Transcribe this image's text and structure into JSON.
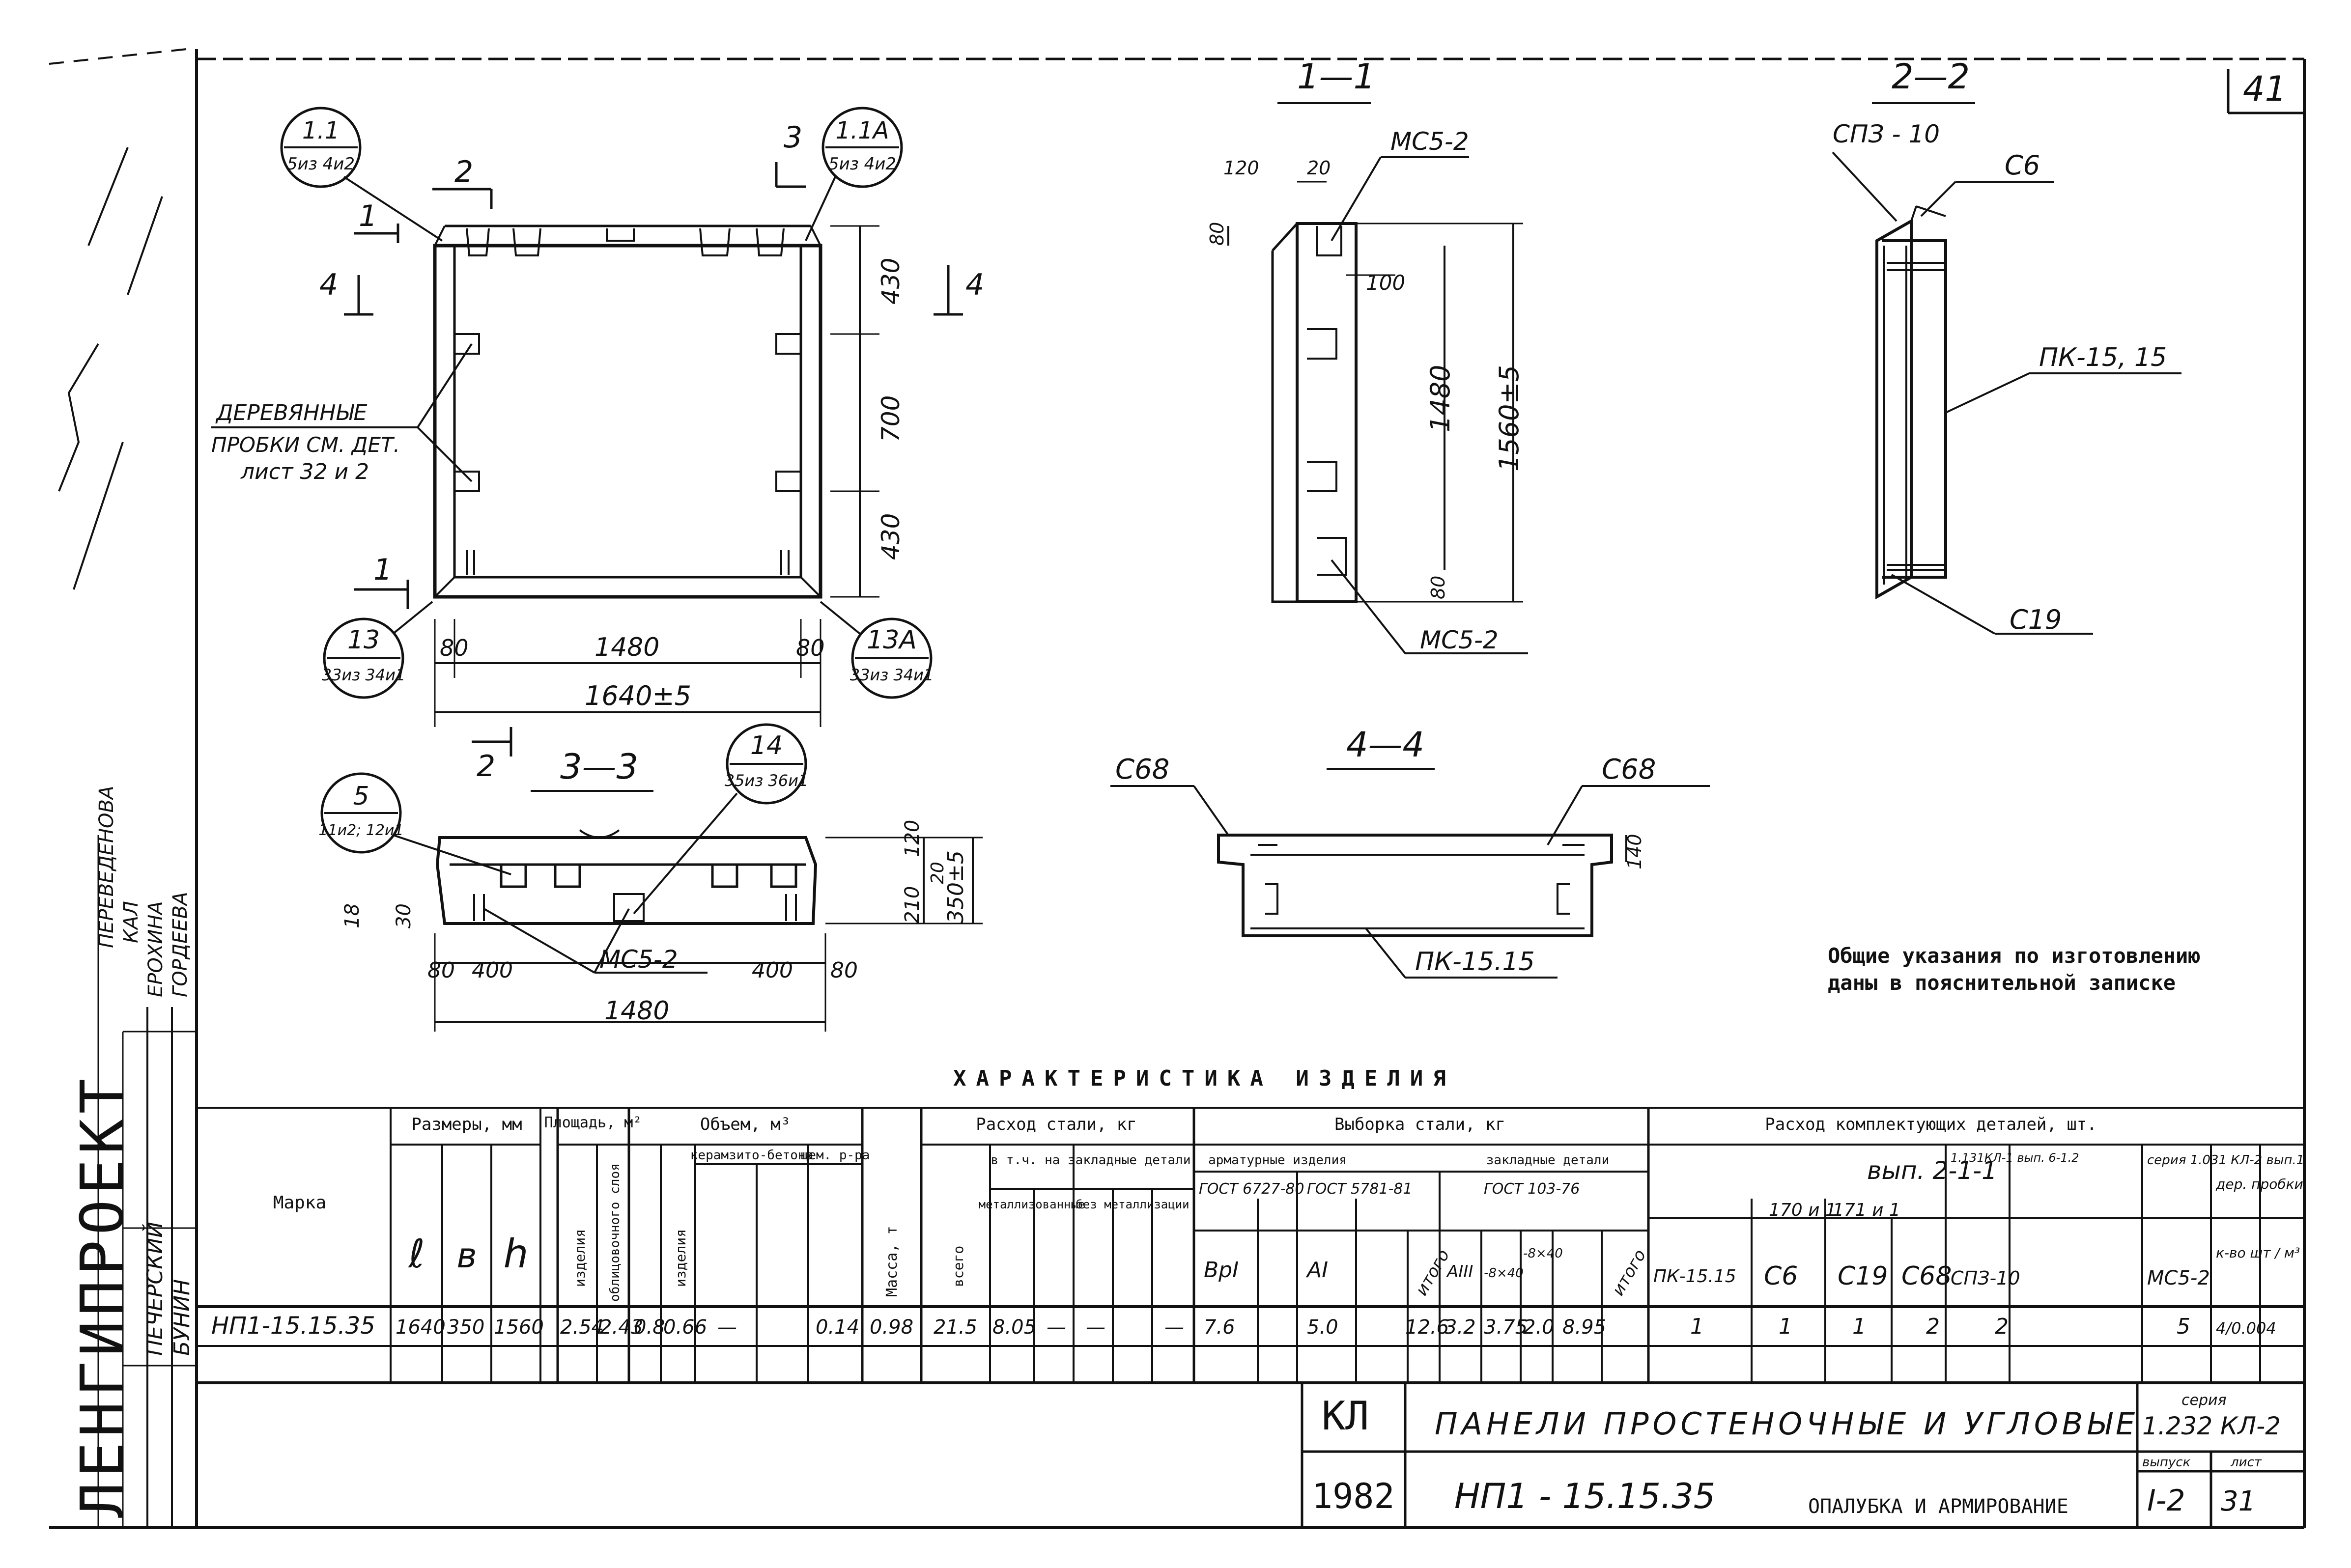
{
  "sheet_number": "41",
  "sections": {
    "s11": "1—1",
    "s22": "2—2",
    "s33": "3—3",
    "s44": "4—4"
  },
  "cut_marks": {
    "m1": "1",
    "m2": "2",
    "m3": "3",
    "m4": "4"
  },
  "callouts": {
    "c11": {
      "top": "1.1",
      "bottom": "5из 4и2"
    },
    "c11a": {
      "top": "1.1А",
      "bottom": "5из 4и2"
    },
    "c13": {
      "top": "13",
      "bottom": "33из 34и1"
    },
    "c13a": {
      "top": "13А",
      "bottom": "33из 34и1"
    },
    "c5": {
      "top": "5",
      "bottom": "11и2; 12и1"
    },
    "c14": {
      "top": "14",
      "bottom": "35из 36и1"
    }
  },
  "front_view": {
    "note_l1": "ДЕРЕВЯННЫЕ",
    "note_l2": "ПРОБКИ СМ. ДЕТ.",
    "note_l3": "лист 32 и 2",
    "dim_430_top": "430",
    "dim_700": "700",
    "dim_430_bot": "430",
    "dim_80_l": "80",
    "dim_1480": "1480",
    "dim_80_r": "80",
    "dim_1640": "1640±5"
  },
  "section_11": {
    "label_mc52_top": "МС5-2",
    "label_mc52_bot": "МС5-2",
    "dim_120": "120",
    "dim_20": "20",
    "dim_80_top": "80",
    "dim_100": "100",
    "dim_1480": "1480",
    "dim_1560": "1560±5",
    "dim_80_bot": "80"
  },
  "section_22": {
    "label_spz": "СПЗ - 10",
    "label_c6": "С6",
    "label_pk": "ПК-15, 15",
    "label_c19": "С19"
  },
  "section_33": {
    "dim_18": "18",
    "dim_30": "30",
    "dim_80_l": "80",
    "dim_400_l": "400",
    "label_mc52": "МС5-2",
    "dim_400_r": "400",
    "dim_80_r": "80",
    "dim_1480": "1480",
    "dim_120": "120",
    "dim_20": "20",
    "dim_210": "210",
    "dim_350": "350±5"
  },
  "section_44": {
    "label_c68_l": "С68",
    "label_c68_r": "С68",
    "dim_140": "140",
    "label_pk": "ПК-15.15"
  },
  "general_note_l1": "Общие указания по изготовлению",
  "general_note_l2": "даны в пояснительной записке",
  "table_title": "ХАРАКТЕРИСТИКА ИЗДЕЛИЯ",
  "table": {
    "h_marka": "Марка",
    "h_sizes": "Размеры, мм",
    "h_l": "ℓ",
    "h_b": "в",
    "h_h": "h",
    "h_area": "Площадь, м²",
    "h_area_item": "изделия",
    "h_area_face": "облицовочного слоя",
    "h_volume": "Объем, м³",
    "h_vol_item": "изделия",
    "h_keramzit": "керамзито-бетона",
    "h_cement": "цем. р-ра",
    "h_mass": "Масса, т",
    "h_steel": "Расход стали, кг",
    "h_total": "всего",
    "h_incl": "в т.ч. на закладные детали",
    "h_metal": "металлизованные",
    "h_nometal": "без металлизации",
    "h_sel": "Выборка стали, кг",
    "h_arm": "арматурные изделия",
    "h_zakl": "закладные детали",
    "h_gost1": "ГОСТ 6727-80",
    "h_gost2": "ГОСТ 5781-81",
    "h_gost3": "ГОСТ 103-76",
    "h_bp1": "ВрI",
    "h_a1": "АI",
    "h_itogo1": "итого",
    "h_a3": "АIII",
    "h_8x40": "-8×40",
    "h_8x40b": "-8×40",
    "h_itogo2": "итого",
    "h_compl": "Расход комплектующих деталей, шт.",
    "h_vyp": "вып. 2-1-1",
    "h_1131": "1.131КЛ-1 вып. 6-1.2",
    "h_1031": "серия 1.031 КЛ-2 вып.1",
    "h_170": "170 и 1",
    "h_171": "171 и 1",
    "h_der": "дер. пробки",
    "h_pk": "ПК-15.15",
    "h_c6": "С6",
    "h_c19": "С19",
    "h_c68": "С68",
    "h_spz": "СПЗ-10",
    "h_mc": "МС5-2",
    "h_kvo": "к-во шт / м³",
    "row": {
      "marka": "НП1-15.15.35",
      "l": "1640",
      "b": "350",
      "h": "1560",
      "area_item": "2.54",
      "area_face": "2.43",
      "vol_item": "0.8",
      "k1": "0.66",
      "k2": "—",
      "cem": "0.14",
      "mass": "0.98",
      "steel_total": "21.5",
      "met1": "8.05",
      "met2": "—",
      "nomet1": "—",
      "nomet2": "—",
      "bp1": "7.6",
      "a1": "5.0",
      "itogo1": "12.6",
      "a3": "3.2",
      "x1": "3.75",
      "x2": "2.0",
      "itogo2": "8.95",
      "pk": "1",
      "c6": "1",
      "c19": "1",
      "c68": "2",
      "spz": "2",
      "mc": "5",
      "probki": "4/0.004"
    }
  },
  "title_block": {
    "code": "КЛ",
    "title": "ПАНЕЛИ ПРОСТЕНОЧНЫЕ И УГЛОВЫЕ",
    "series_label": "серия",
    "series": "1.232 КЛ-2",
    "year": "1982",
    "mark": "НП1 - 15.15.35",
    "subtitle": "ОПАЛУБКА И АРМИРОВАНИЕ",
    "issue_label": "выпуск",
    "issue": "I-2",
    "sheet_label": "лист",
    "sheet": "31"
  },
  "side_stamp": {
    "org": "ЛЕНГИПРОЕКТ",
    "r1": "ПЕЧЕРСКИЙ",
    "r2": "БУНИН",
    "r3": "ПЕРЕВЕДЕНОВА",
    "r4": "КАЛ",
    "r5": "ЕРОХИНА",
    "r6": "ГОРДЕЕВА"
  }
}
